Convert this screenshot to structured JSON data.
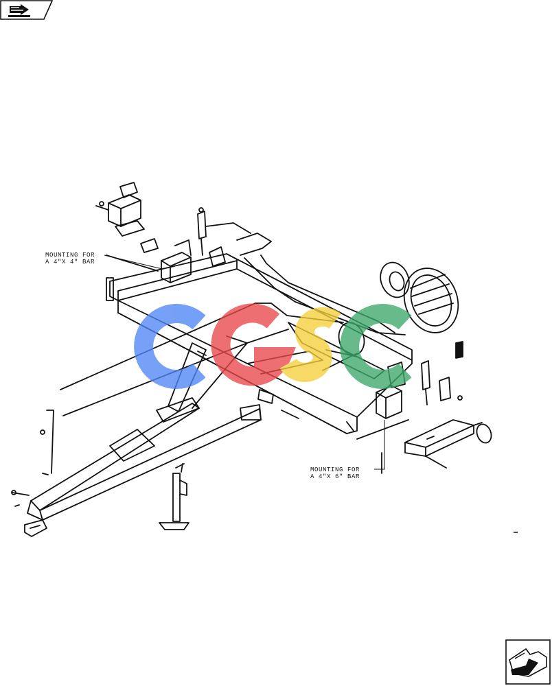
{
  "diagram": {
    "callout_4x4": {
      "line1": "MOUNTING FOR",
      "line2": "A 4\"X 4\" BAR"
    },
    "callout_4x6": {
      "line1": "MOUNTING FOR",
      "line2": "A 4\"X 6\" BAR"
    },
    "watermark": {
      "text": "CGSC",
      "colors": [
        "#4f86f5",
        "#e8474a",
        "#f6cf3b",
        "#3da86a"
      ]
    }
  },
  "icons": {
    "top_left": "book-arrow-icon",
    "bottom_right": "next-page-arrow-icon"
  },
  "colors": {
    "line": "#111111",
    "background": "#ffffff"
  }
}
